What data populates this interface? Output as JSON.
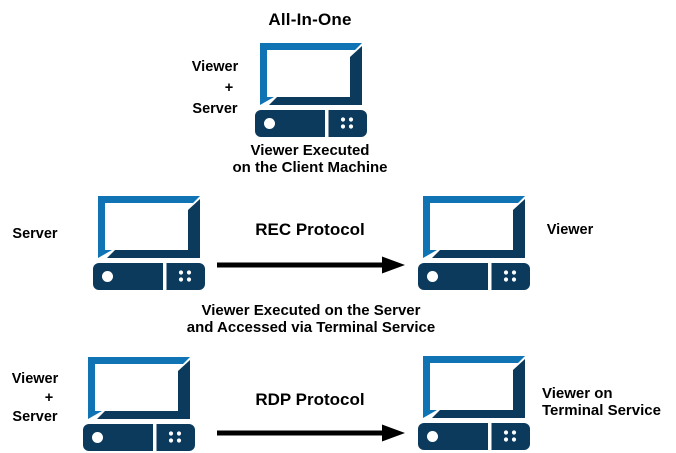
{
  "colors": {
    "background": "#ffffff",
    "monitor_blue": "#0f73b4",
    "monitor_navy": "#0b3a5d",
    "arrow_black": "#000000",
    "text_black": "#000000"
  },
  "sections": {
    "all_in_one": {
      "title": "All-In-One",
      "machine_label_lines": [
        "Viewer",
        "+",
        "Server"
      ],
      "caption_lines": [
        "Viewer Executed",
        "on the Client Machine"
      ]
    },
    "rec": {
      "left_label": "Server",
      "protocol_label": "REC Protocol",
      "right_label": "Viewer",
      "caption_lines": [
        "Viewer Executed on the Server",
        "and Accessed via Terminal Service"
      ]
    },
    "rdp": {
      "left_label_lines": [
        "Viewer",
        "+",
        "Server"
      ],
      "protocol_label": "RDP Protocol",
      "right_label_lines": [
        "Viewer on",
        "Terminal Service"
      ]
    }
  }
}
